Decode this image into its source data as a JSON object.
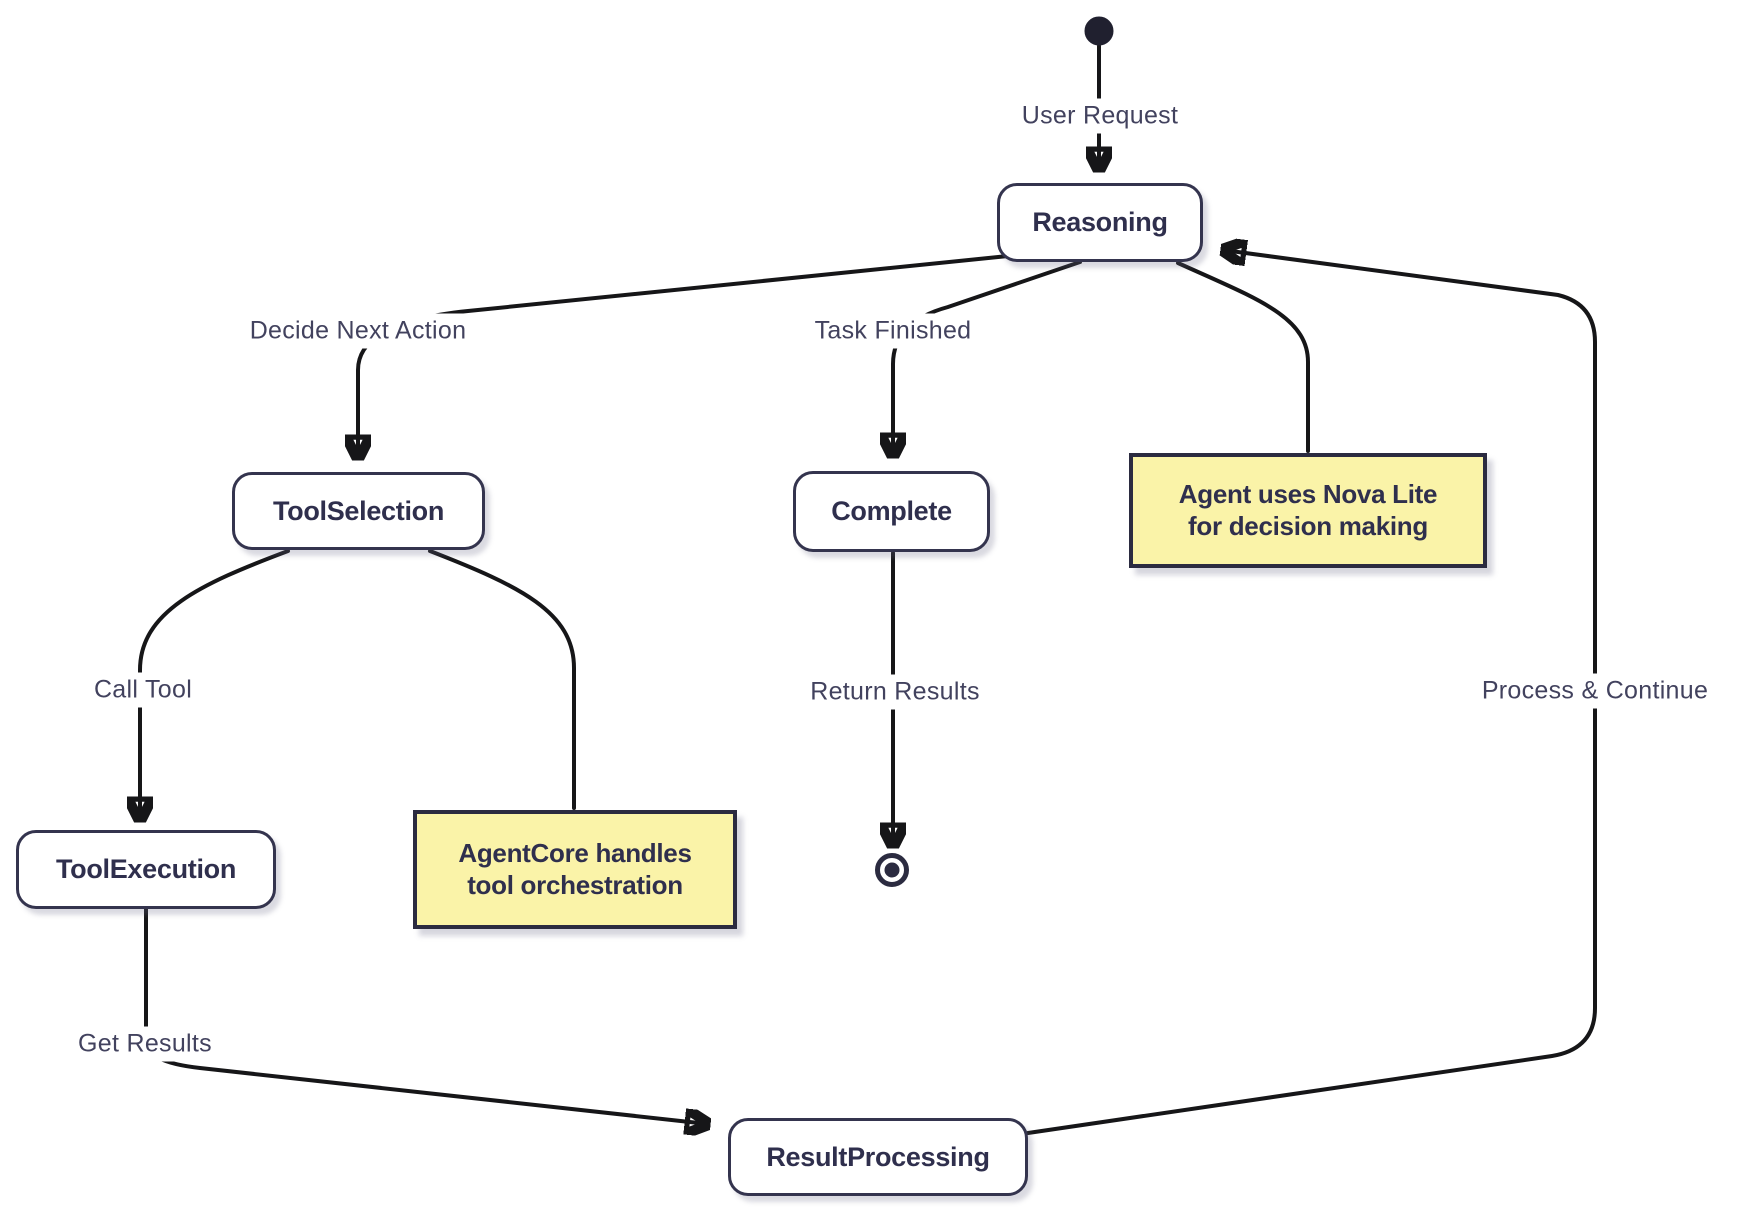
{
  "diagram": {
    "type": "state-diagram",
    "background": "#ffffff",
    "colors": {
      "node_fill": "#ffffff",
      "node_border": "#34344e",
      "node_text": "#2f2f4d",
      "note_fill": "#faf3a8",
      "note_border": "#2b2b40",
      "edge_line": "#161618",
      "edge_label_text": "#42425e",
      "start_end_marker": "#20202f"
    }
  },
  "nodes": {
    "reasoning": {
      "label": "Reasoning"
    },
    "toolSelection": {
      "label": "ToolSelection"
    },
    "complete": {
      "label": "Complete"
    },
    "toolExecution": {
      "label": "ToolExecution"
    },
    "resultProcessing": {
      "label": "ResultProcessing"
    }
  },
  "notes": {
    "novaLite": {
      "line1": "Agent uses Nova Lite",
      "line2": "for decision making"
    },
    "agentCore": {
      "line1": "AgentCore handles",
      "line2": "tool orchestration"
    }
  },
  "edges": {
    "userRequest": {
      "label": "User Request"
    },
    "decideNextAction": {
      "label": "Decide Next Action"
    },
    "taskFinished": {
      "label": "Task Finished"
    },
    "callTool": {
      "label": "Call Tool"
    },
    "returnResults": {
      "label": "Return Results"
    },
    "getResults": {
      "label": "Get Results"
    },
    "processContinue": {
      "label": "Process & Continue"
    }
  }
}
